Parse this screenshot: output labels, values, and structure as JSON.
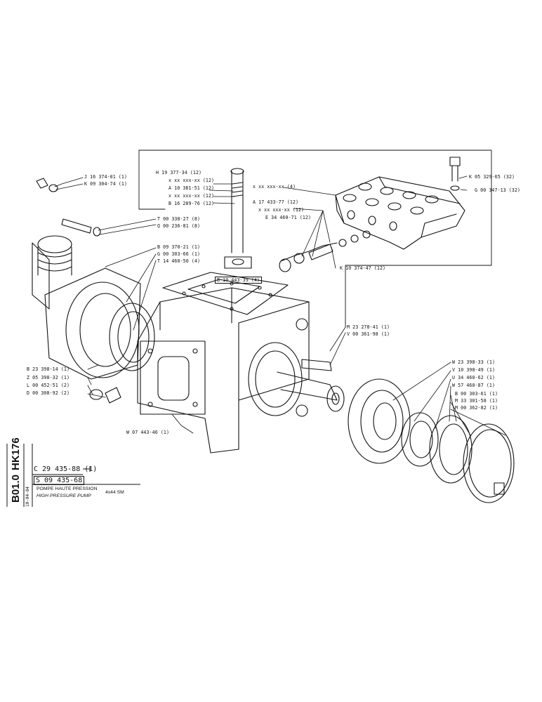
{
  "parts": [
    {
      "id": "j16374",
      "text": "J 16 374-01 (1)"
    },
    {
      "id": "k09304",
      "text": "K 09 304-74 (1)"
    },
    {
      "id": "h19377",
      "text": "H 19 377-34 (12)"
    },
    {
      "id": "xx1",
      "text": "x xx xxx-xx (12)"
    },
    {
      "id": "a10381",
      "text": "A 10 381-51 (12)"
    },
    {
      "id": "xx2",
      "text": "x xx xxx-xx (12)"
    },
    {
      "id": "b16289",
      "text": "B 16 289-76 (12)"
    },
    {
      "id": "xx4",
      "text": "x xx xxx-xx (4)"
    },
    {
      "id": "a17433",
      "text": "A 17 433-77 (12)"
    },
    {
      "id": "xx12",
      "text": "x xx xxx-xx (12)"
    },
    {
      "id": "e34460",
      "text": "E 34 460-71 (12)"
    },
    {
      "id": "k05329",
      "text": "K 05 329-65 (32)"
    },
    {
      "id": "g00347",
      "text": "G 00 347-13 (32)"
    },
    {
      "id": "t00338",
      "text": "T 00 338-27 (8)"
    },
    {
      "id": "q00236",
      "text": "Q 00 236-81 (8)"
    },
    {
      "id": "b09370",
      "text": "B 09 370-21 (1)"
    },
    {
      "id": "g00303",
      "text": "G 00 303-66 (1)"
    },
    {
      "id": "t14460",
      "text": "T 14 460-50 (4)"
    },
    {
      "id": "b10443",
      "text": "B 10 443-39 (4)"
    },
    {
      "id": "k10374",
      "text": "K 10 374-47 (12)"
    },
    {
      "id": "m23278",
      "text": "M 23 278-41 (1)"
    },
    {
      "id": "v00361",
      "text": "V 00 361-98 (1)"
    },
    {
      "id": "b23398",
      "text": "B 23 398-14 (1)"
    },
    {
      "id": "z05398",
      "text": "Z 05 398-32 (1)"
    },
    {
      "id": "l00452",
      "text": "L 00 452-51 (2)"
    },
    {
      "id": "d00308",
      "text": "D 00 308-92 (2)"
    },
    {
      "id": "w23398",
      "text": "W 23 398-33 (1)"
    },
    {
      "id": "v10398",
      "text": "V 10 398-49 (1)"
    },
    {
      "id": "u34460",
      "text": "U 34 460-62 (1)"
    },
    {
      "id": "w57460",
      "text": "W 57 460-87 (1)"
    },
    {
      "id": "b00303",
      "text": "B 00 303-61 (1)"
    },
    {
      "id": "m33301",
      "text": "M 33 301-58 (1)"
    },
    {
      "id": "m00362",
      "text": "M 00 362-82 (1)"
    },
    {
      "id": "w07443",
      "text": "W 07 443-46 (1)"
    }
  ],
  "title_block": {
    "drawing_code": "HK176",
    "sheet": "B01.0",
    "date": "10-04-84",
    "ref_main": "C 29 435-88 (1)",
    "ref_sub": "S 09 435-68",
    "title_fr": "POMPE HAUTE PRESSION",
    "title_en": "HIGH PRESSURE PUMP",
    "model": "4x44 SM"
  }
}
